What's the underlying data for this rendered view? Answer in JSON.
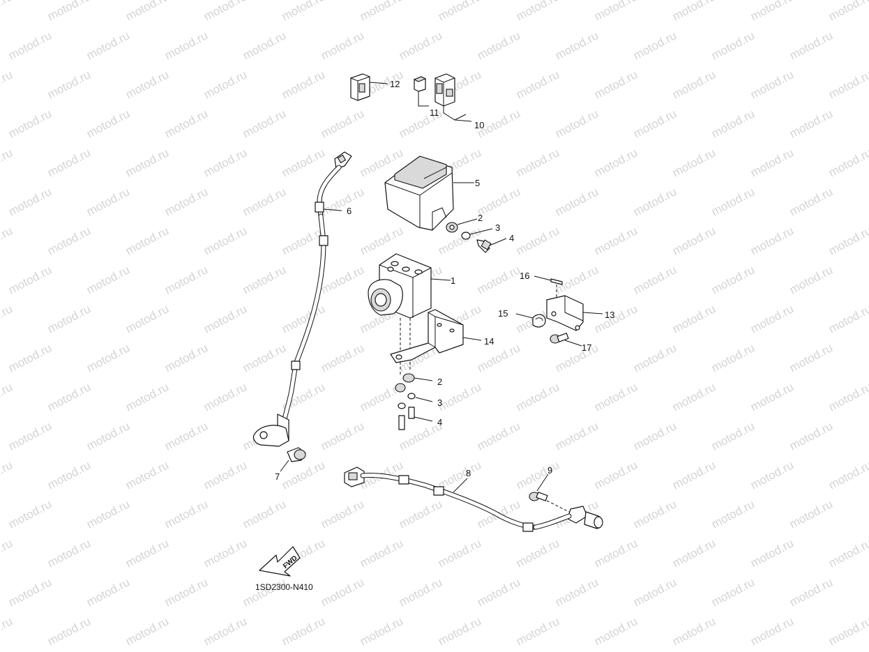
{
  "watermark": "motod.ru",
  "diagram_code": "1SD2300-N410",
  "fwd_label": "FWD",
  "callouts": [
    {
      "id": "c1",
      "text": "1"
    },
    {
      "id": "c2a",
      "text": "2"
    },
    {
      "id": "c2b",
      "text": "2"
    },
    {
      "id": "c3a",
      "text": "3"
    },
    {
      "id": "c3b",
      "text": "3"
    },
    {
      "id": "c4a",
      "text": "4"
    },
    {
      "id": "c4b",
      "text": "4"
    },
    {
      "id": "c5",
      "text": "5"
    },
    {
      "id": "c6",
      "text": "6"
    },
    {
      "id": "c7",
      "text": "7"
    },
    {
      "id": "c8",
      "text": "8"
    },
    {
      "id": "c9",
      "text": "9"
    },
    {
      "id": "c10",
      "text": "10"
    },
    {
      "id": "c11",
      "text": "11"
    },
    {
      "id": "c12",
      "text": "12"
    },
    {
      "id": "c13",
      "text": "13"
    },
    {
      "id": "c14",
      "text": "14"
    },
    {
      "id": "c15",
      "text": "15"
    },
    {
      "id": "c16",
      "text": "16"
    },
    {
      "id": "c17",
      "text": "17"
    }
  ]
}
